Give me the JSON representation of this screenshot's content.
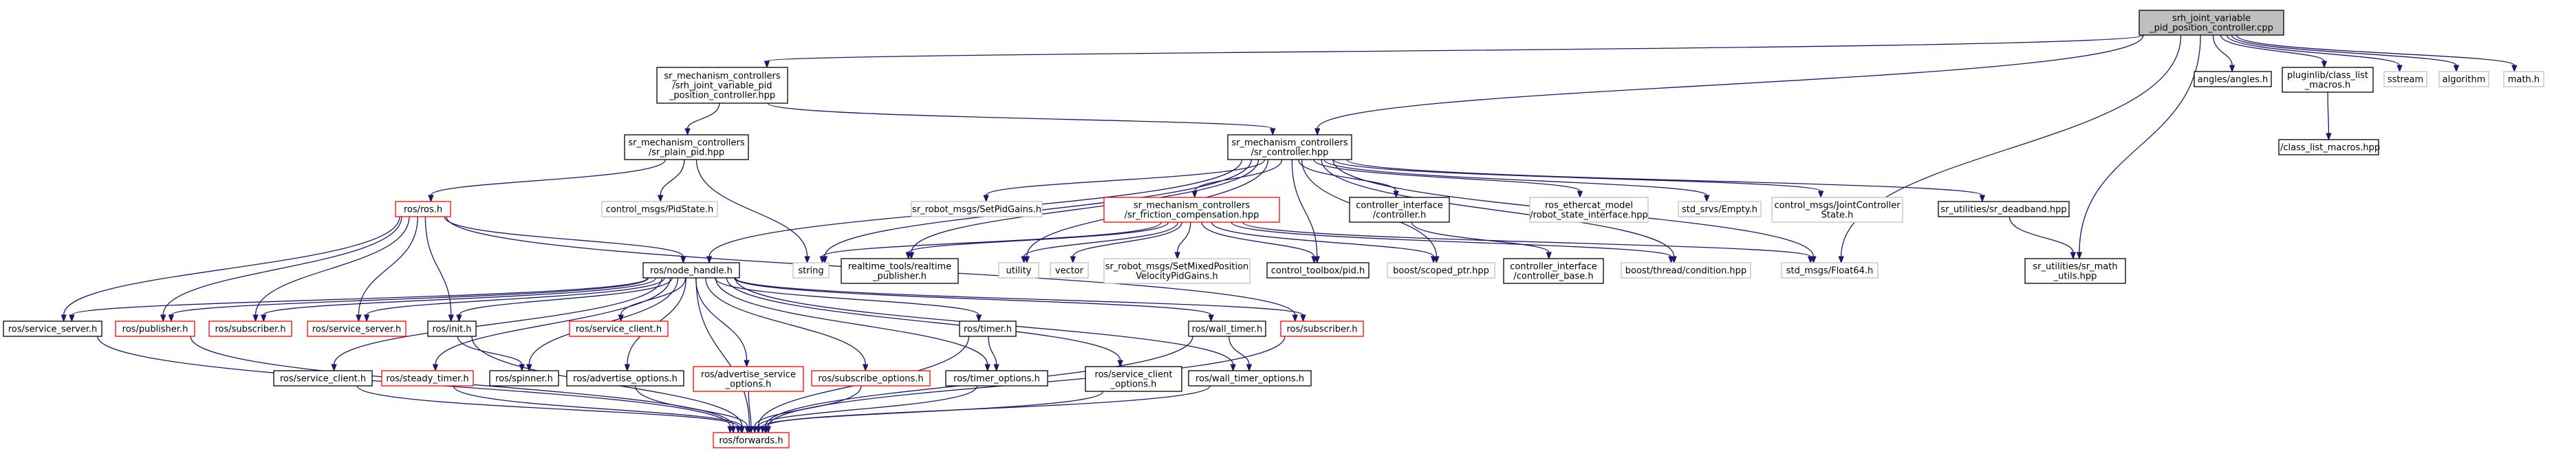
{
  "colors": {
    "root_fill": "#bfbfbf",
    "default_border": "#000000",
    "red_border": "#ff0000",
    "grey_border": "#bfbfbf",
    "edge": "#191970"
  },
  "nodes": [
    {
      "id": "root",
      "label": [
        "srh_joint_variable",
        "_pid_position_controller.cpp"
      ],
      "style": "root"
    },
    {
      "id": "smc_jvp",
      "label": [
        "sr_mechanism_controllers",
        "/srh_joint_variable_pid",
        "_position_controller.hpp"
      ],
      "style": "default"
    },
    {
      "id": "angles",
      "label": [
        "angles/angles.h"
      ],
      "style": "default"
    },
    {
      "id": "pluginlib",
      "label": [
        "pluginlib/class_list",
        "_macros.h"
      ],
      "style": "default"
    },
    {
      "id": "sstream",
      "label": [
        "sstream"
      ],
      "style": "grey"
    },
    {
      "id": "algorithm",
      "label": [
        "algorithm"
      ],
      "style": "grey"
    },
    {
      "id": "mathh",
      "label": [
        "math.h"
      ],
      "style": "grey"
    },
    {
      "id": "classlist",
      "label": [
        "./class_list_macros.hpp"
      ],
      "style": "default"
    },
    {
      "id": "plainpid",
      "label": [
        "sr_mechanism_controllers",
        "/sr_plain_pid.hpp"
      ],
      "style": "default"
    },
    {
      "id": "srctrl",
      "label": [
        "sr_mechanism_controllers",
        "/sr_controller.hpp"
      ],
      "style": "default"
    },
    {
      "id": "rosh",
      "label": [
        "ros/ros.h"
      ],
      "style": "red"
    },
    {
      "id": "pidstate",
      "label": [
        "control_msgs/PidState.h"
      ],
      "style": "grey"
    },
    {
      "id": "setpidgains",
      "label": [
        "sr_robot_msgs/SetPidGains.h"
      ],
      "style": "grey"
    },
    {
      "id": "friction",
      "label": [
        "sr_mechanism_controllers",
        "/sr_friction_compensation.hpp"
      ],
      "style": "red"
    },
    {
      "id": "ctrlif",
      "label": [
        "controller_interface",
        "/controller.h"
      ],
      "style": "default"
    },
    {
      "id": "ethercat",
      "label": [
        "ros_ethercat_model",
        "/robot_state_interface.hpp"
      ],
      "style": "grey"
    },
    {
      "id": "empty",
      "label": [
        "std_srvs/Empty.h"
      ],
      "style": "grey"
    },
    {
      "id": "jcstate",
      "label": [
        "control_msgs/JointController",
        "State.h"
      ],
      "style": "grey"
    },
    {
      "id": "deadband",
      "label": [
        "sr_utilities/sr_deadband.hpp"
      ],
      "style": "default"
    },
    {
      "id": "nodehandle",
      "label": [
        "ros/node_handle.h"
      ],
      "style": "default"
    },
    {
      "id": "string",
      "label": [
        "string"
      ],
      "style": "grey"
    },
    {
      "id": "realtime",
      "label": [
        "realtime_tools/realtime",
        "_publisher.h"
      ],
      "style": "default"
    },
    {
      "id": "utility",
      "label": [
        "utility"
      ],
      "style": "grey"
    },
    {
      "id": "vector",
      "label": [
        "vector"
      ],
      "style": "grey"
    },
    {
      "id": "setmixed",
      "label": [
        "sr_robot_msgs/SetMixedPosition",
        "VelocityPidGains.h"
      ],
      "style": "grey"
    },
    {
      "id": "pidh",
      "label": [
        "control_toolbox/pid.h"
      ],
      "style": "default"
    },
    {
      "id": "scoped",
      "label": [
        "boost/scoped_ptr.hpp"
      ],
      "style": "grey"
    },
    {
      "id": "ctrlbase",
      "label": [
        "controller_interface",
        "/controller_base.h"
      ],
      "style": "default"
    },
    {
      "id": "condition",
      "label": [
        "boost/thread/condition.hpp"
      ],
      "style": "grey"
    },
    {
      "id": "float64",
      "label": [
        "std_msgs/Float64.h"
      ],
      "style": "grey"
    },
    {
      "id": "srmath",
      "label": [
        "sr_utilities/sr_math",
        "_utils.hpp"
      ],
      "style": "default"
    },
    {
      "id": "svcserver_l",
      "label": [
        "ros/service_server.h"
      ],
      "style": "default"
    },
    {
      "id": "publisher",
      "label": [
        "ros/publisher.h"
      ],
      "style": "red"
    },
    {
      "id": "subscriber_l",
      "label": [
        "ros/subscriber.h"
      ],
      "style": "red"
    },
    {
      "id": "svcserver_m",
      "label": [
        "ros/service_server.h"
      ],
      "style": "red"
    },
    {
      "id": "initm",
      "label": [
        "ros/init.h"
      ],
      "style": "default"
    },
    {
      "id": "svcclient_r",
      "label": [
        "ros/service_client.h"
      ],
      "style": "red"
    },
    {
      "id": "timer",
      "label": [
        "ros/timer.h"
      ],
      "style": "default"
    },
    {
      "id": "walltimer",
      "label": [
        "ros/wall_timer.h"
      ],
      "style": "default"
    },
    {
      "id": "subscriber_r",
      "label": [
        "ros/subscriber.h"
      ],
      "style": "red"
    },
    {
      "id": "svcclient",
      "label": [
        "ros/service_client.h"
      ],
      "style": "default"
    },
    {
      "id": "steadytimer",
      "label": [
        "ros/steady_timer.h"
      ],
      "style": "red"
    },
    {
      "id": "spinner",
      "label": [
        "ros/spinner.h"
      ],
      "style": "default"
    },
    {
      "id": "advopts",
      "label": [
        "ros/advertise_options.h"
      ],
      "style": "default"
    },
    {
      "id": "advsvc",
      "label": [
        "ros/advertise_service",
        "_options.h"
      ],
      "style": "red"
    },
    {
      "id": "subopts",
      "label": [
        "ros/subscribe_options.h"
      ],
      "style": "red"
    },
    {
      "id": "timeropts",
      "label": [
        "ros/timer_options.h"
      ],
      "style": "default"
    },
    {
      "id": "svcclientopts",
      "label": [
        "ros/service_client",
        "_options.h"
      ],
      "style": "default"
    },
    {
      "id": "walltimeropts",
      "label": [
        "ros/wall_timer_options.h"
      ],
      "style": "default"
    },
    {
      "id": "forwards",
      "label": [
        "ros/forwards.h"
      ],
      "style": "red"
    }
  ],
  "edges": [
    [
      "root",
      "smc_jvp"
    ],
    [
      "root",
      "angles"
    ],
    [
      "root",
      "pluginlib"
    ],
    [
      "root",
      "sstream"
    ],
    [
      "root",
      "algorithm"
    ],
    [
      "root",
      "mathh"
    ],
    [
      "root",
      "srctrl"
    ],
    [
      "root",
      "float64"
    ],
    [
      "root",
      "srmath"
    ],
    [
      "pluginlib",
      "classlist"
    ],
    [
      "smc_jvp",
      "plainpid"
    ],
    [
      "smc_jvp",
      "srctrl"
    ],
    [
      "plainpid",
      "rosh"
    ],
    [
      "plainpid",
      "pidstate"
    ],
    [
      "plainpid",
      "string"
    ],
    [
      "srctrl",
      "nodehandle"
    ],
    [
      "srctrl",
      "string"
    ],
    [
      "srctrl",
      "setpidgains"
    ],
    [
      "srctrl",
      "friction"
    ],
    [
      "srctrl",
      "ctrlif"
    ],
    [
      "srctrl",
      "ethercat"
    ],
    [
      "srctrl",
      "empty"
    ],
    [
      "srctrl",
      "jcstate"
    ],
    [
      "srctrl",
      "deadband"
    ],
    [
      "srctrl",
      "realtime"
    ],
    [
      "srctrl",
      "utility"
    ],
    [
      "srctrl",
      "pidh"
    ],
    [
      "srctrl",
      "scoped"
    ],
    [
      "srctrl",
      "condition"
    ],
    [
      "srctrl",
      "float64"
    ],
    [
      "friction",
      "string"
    ],
    [
      "friction",
      "realtime"
    ],
    [
      "friction",
      "utility"
    ],
    [
      "friction",
      "vector"
    ],
    [
      "friction",
      "setmixed"
    ],
    [
      "friction",
      "pidh"
    ],
    [
      "friction",
      "scoped"
    ],
    [
      "friction",
      "condition"
    ],
    [
      "friction",
      "float64"
    ],
    [
      "ctrlif",
      "ctrlbase"
    ],
    [
      "deadband",
      "srmath"
    ],
    [
      "rosh",
      "nodehandle"
    ],
    [
      "rosh",
      "svcserver_l"
    ],
    [
      "rosh",
      "publisher"
    ],
    [
      "rosh",
      "subscriber_l"
    ],
    [
      "rosh",
      "svcserver_m"
    ],
    [
      "rosh",
      "initm"
    ],
    [
      "rosh",
      "subscriber_r"
    ],
    [
      "nodehandle",
      "svcserver_l"
    ],
    [
      "nodehandle",
      "publisher"
    ],
    [
      "nodehandle",
      "subscriber_l"
    ],
    [
      "nodehandle",
      "svcserver_m"
    ],
    [
      "nodehandle",
      "initm"
    ],
    [
      "nodehandle",
      "svcclient_r"
    ],
    [
      "nodehandle",
      "timer"
    ],
    [
      "nodehandle",
      "walltimer"
    ],
    [
      "nodehandle",
      "subscriber_r"
    ],
    [
      "nodehandle",
      "svcclient"
    ],
    [
      "nodehandle",
      "steadytimer"
    ],
    [
      "nodehandle",
      "spinner"
    ],
    [
      "nodehandle",
      "advopts"
    ],
    [
      "nodehandle",
      "advsvc"
    ],
    [
      "nodehandle",
      "subopts"
    ],
    [
      "nodehandle",
      "timeropts"
    ],
    [
      "nodehandle",
      "svcclientopts"
    ],
    [
      "nodehandle",
      "walltimeropts"
    ],
    [
      "nodehandle",
      "forwards"
    ],
    [
      "initm",
      "spinner"
    ],
    [
      "initm",
      "forwards"
    ],
    [
      "timer",
      "timeropts"
    ],
    [
      "timer",
      "forwards"
    ],
    [
      "walltimer",
      "walltimeropts"
    ],
    [
      "walltimer",
      "forwards"
    ],
    [
      "svcserver_l",
      "forwards"
    ],
    [
      "publisher",
      "forwards"
    ],
    [
      "subscriber_r",
      "forwards"
    ],
    [
      "svcclient",
      "forwards"
    ],
    [
      "steadytimer",
      "forwards"
    ],
    [
      "advopts",
      "forwards"
    ],
    [
      "advsvc",
      "forwards"
    ],
    [
      "subopts",
      "forwards"
    ],
    [
      "timeropts",
      "forwards"
    ],
    [
      "svcclientopts",
      "forwards"
    ],
    [
      "walltimeropts",
      "forwards"
    ]
  ]
}
